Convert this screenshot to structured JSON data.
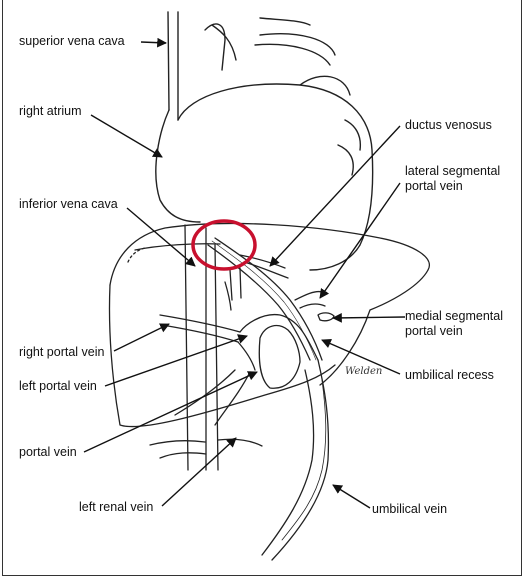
{
  "labels": {
    "superior_vena_cava": "superior vena cava",
    "right_atrium": "right atrium",
    "inferior_vena_cava": "inferior vena cava",
    "right_portal_vein": "right portal vein",
    "left_portal_vein": "left portal vein",
    "portal_vein": "portal vein",
    "left_renal_vein": "left renal vein",
    "ductus_venosus": "ductus venosus",
    "lateral_segmental_portal_vein": "lateral segmental\nportal vein",
    "medial_segmental_portal_vein": "medial segmental\nportal vein",
    "umbilical_recess": "umbilical recess",
    "umbilical_vein": "umbilical vein"
  },
  "signature": "Welden",
  "highlight_color": "#c8102e"
}
